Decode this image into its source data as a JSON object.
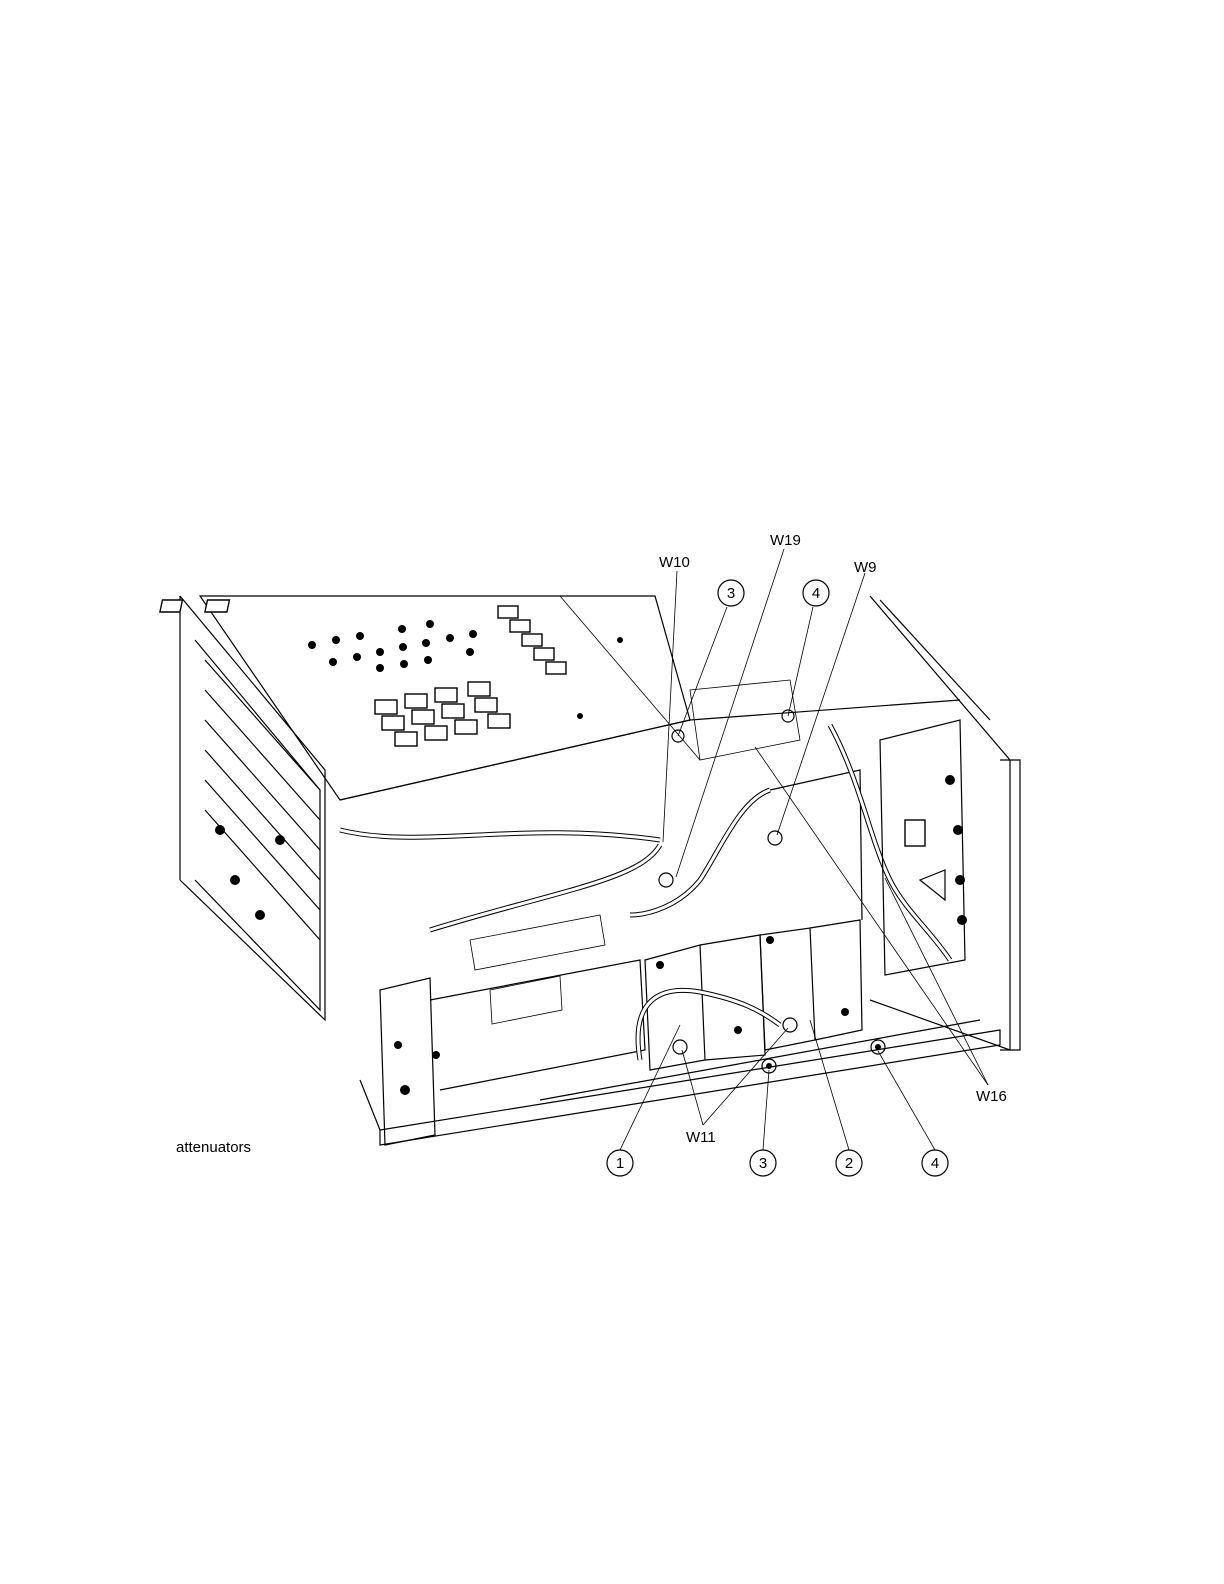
{
  "caption": "attenuators",
  "callouts": {
    "w10": "W10",
    "w19": "W19",
    "w9": "W9",
    "w11": "W11",
    "w16": "W16"
  },
  "balloons": {
    "top_3": "3",
    "top_4": "4",
    "bottom_1": "1",
    "bottom_3": "3",
    "bottom_2": "2",
    "bottom_4": "4"
  }
}
